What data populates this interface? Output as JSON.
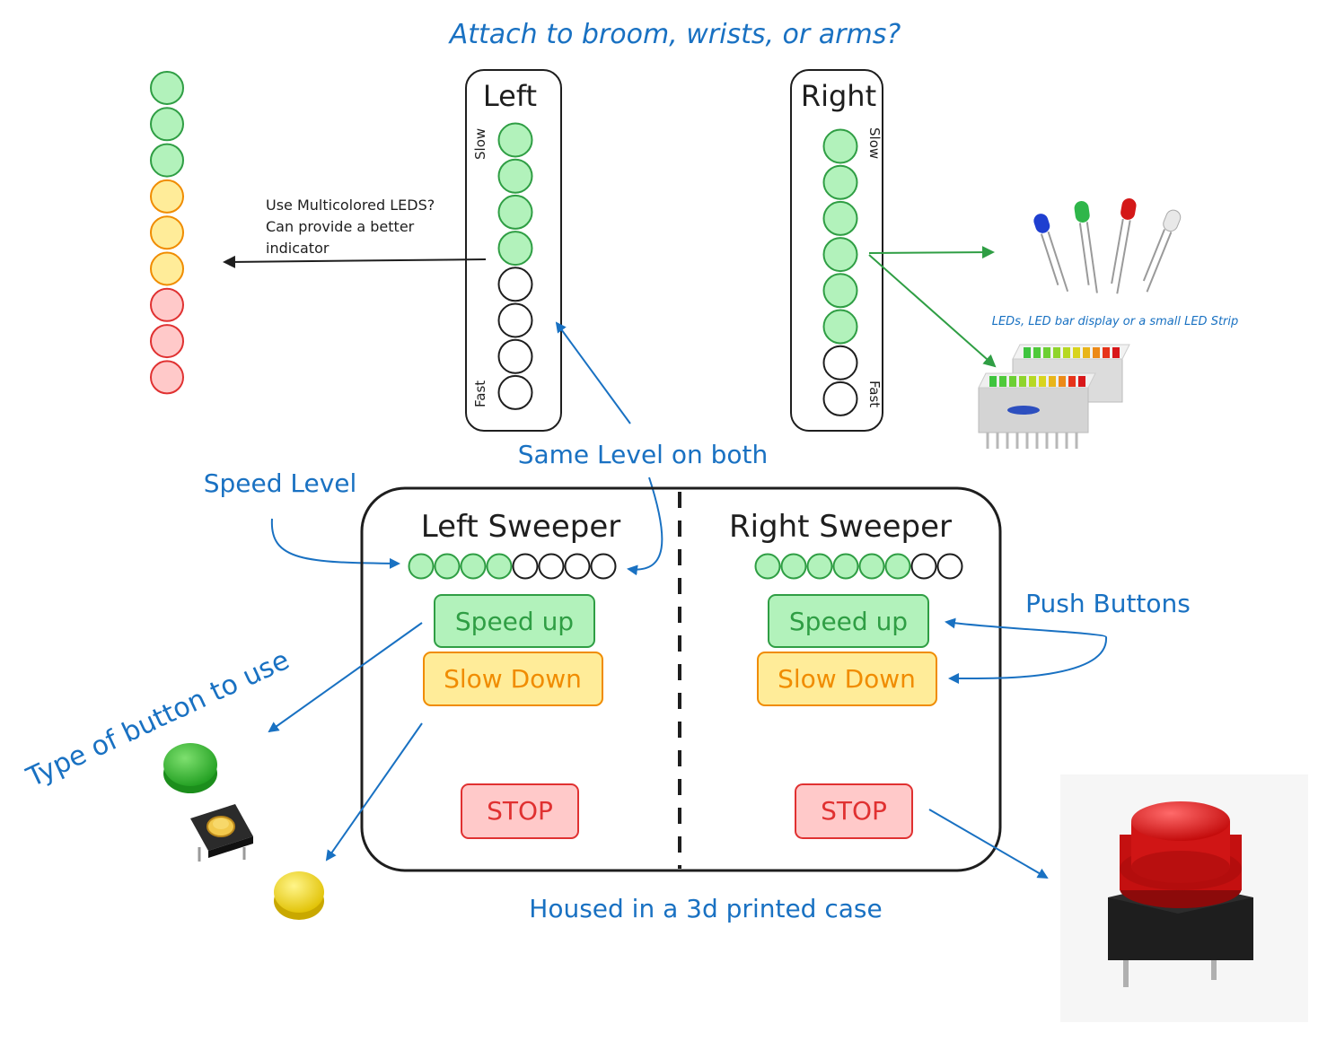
{
  "texts": {
    "attach_question": "Attach to broom, wrists, or arms?",
    "left_title": "Left",
    "right_title": "Right",
    "slow": "Slow",
    "fast": "Fast",
    "multicolor_line1": "Use Multicolored LEDS?",
    "multicolor_line2": "Can provide a better",
    "multicolor_line3": "indicator",
    "led_options": "LEDs, LED bar display or a small LED Strip",
    "same_level": "Same Level on both",
    "speed_level": "Speed Level",
    "left_sweeper": "Left Sweeper",
    "right_sweeper": "Right Sweeper",
    "speed_up": "Speed up",
    "slow_down": "Slow Down",
    "stop": "STOP",
    "push_buttons": "Push Buttons",
    "button_type": "Type of button to use",
    "housed": "Housed in a 3d printed case"
  },
  "indicators": {
    "left_column_lit": 4,
    "right_column_lit": 6,
    "left_sweeper_lit": 4,
    "right_sweeper_lit": 6,
    "total_leds": 8,
    "multicolor_leds": [
      "green",
      "green",
      "green",
      "yellow",
      "yellow",
      "yellow",
      "red",
      "red",
      "red"
    ]
  },
  "colors": {
    "blue": "#1971c2",
    "black": "#1e1e1e",
    "green_fill": "#b2f2bb",
    "green_stroke": "#2f9e44",
    "yellow_fill": "#ffec99",
    "yellow_stroke": "#f08c00",
    "red_fill": "#ffc9c9",
    "red_stroke": "#e03131"
  }
}
